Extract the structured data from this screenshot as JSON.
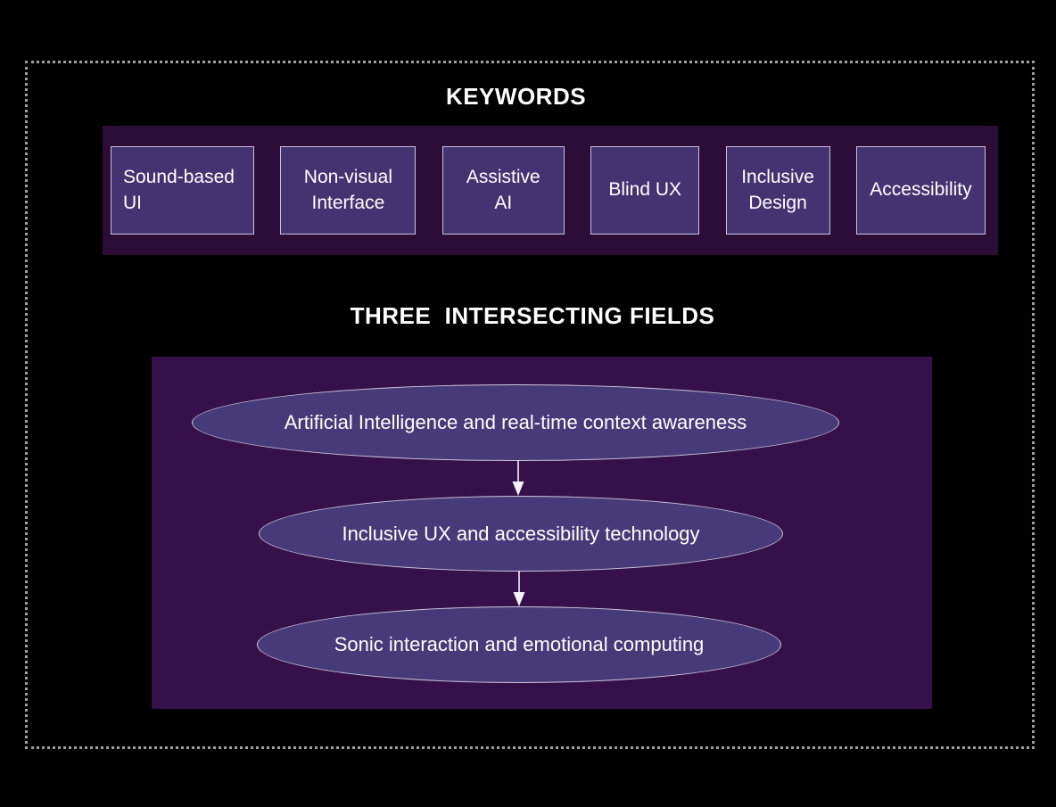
{
  "keywords": {
    "title": "KEYWORDS",
    "items": [
      "Sound-based UI",
      "Non-visual Interface",
      "Assistive AI",
      "Blind UX",
      "Inclusive Design",
      "Accessibility"
    ]
  },
  "fields": {
    "title": "THREE  INTERSECTING FIELDS",
    "items": [
      "Artificial Intelligence and real-time context awareness",
      "Inclusive UX and accessibility technology",
      "Sonic interaction and emotional computing"
    ]
  },
  "colors": {
    "background": "#000000",
    "frame_border": "#a0a0a0",
    "keywords_bar_bg": "#2b0d37",
    "keyword_box_fill": "#453371",
    "keyword_box_border": "#c9c2de",
    "fields_panel_bg": "#36104a",
    "ellipse_fill": "#473a78",
    "ellipse_border": "#cdc9dc",
    "text": "#ffffff",
    "arrow": "#f5f3fa"
  }
}
